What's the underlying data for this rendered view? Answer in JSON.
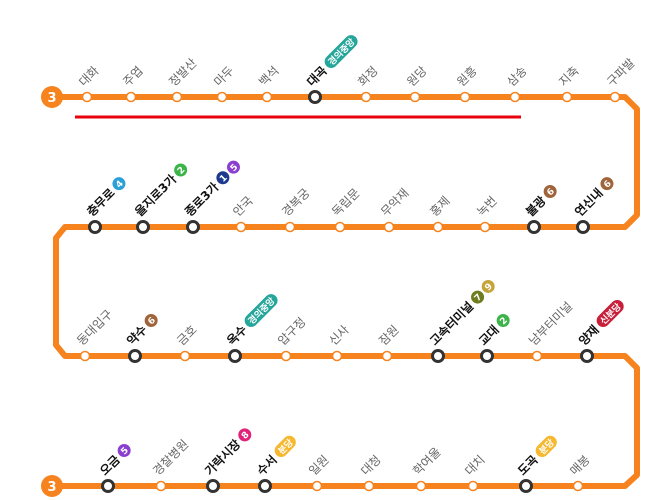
{
  "line": {
    "number": "3",
    "color": "#f7831f"
  },
  "highlight_color": "#e8000b",
  "badge_colors": {
    "1": "#1d3a8f",
    "2": "#3cb44a",
    "4": "#2a9fd8",
    "5": "#8b3fd0",
    "6": "#a0643b",
    "7": "#6f7d1e",
    "8": "#e0237a",
    "9": "#c4a43b",
    "경의중앙": "#26a69a",
    "신분당": "#c8203b",
    "분당": "#f5b82e"
  },
  "rows": [
    [
      {
        "name": "대화"
      },
      {
        "name": "주엽"
      },
      {
        "name": "정발산"
      },
      {
        "name": "마두"
      },
      {
        "name": "백석"
      },
      {
        "name": "대곡",
        "transfer": [
          "경의중앙"
        ]
      },
      {
        "name": "화정"
      },
      {
        "name": "원당"
      },
      {
        "name": "원흥"
      },
      {
        "name": "삼송"
      },
      {
        "name": "지축"
      },
      {
        "name": "구파발"
      }
    ],
    [
      {
        "name": "충무로",
        "transfer": [
          "4"
        ]
      },
      {
        "name": "을지로3가",
        "transfer": [
          "2"
        ]
      },
      {
        "name": "종로3가",
        "transfer": [
          "1",
          "5"
        ]
      },
      {
        "name": "안국"
      },
      {
        "name": "경복궁"
      },
      {
        "name": "독립문"
      },
      {
        "name": "무악재"
      },
      {
        "name": "홍제"
      },
      {
        "name": "녹번"
      },
      {
        "name": "불광",
        "transfer": [
          "6"
        ]
      },
      {
        "name": "연신내",
        "transfer": [
          "6"
        ]
      }
    ],
    [
      {
        "name": "동대입구"
      },
      {
        "name": "약수",
        "transfer": [
          "6"
        ]
      },
      {
        "name": "금호"
      },
      {
        "name": "옥수",
        "transfer": [
          "경의중앙"
        ]
      },
      {
        "name": "압구정"
      },
      {
        "name": "신사"
      },
      {
        "name": "잠원"
      },
      {
        "name": "고속터미널",
        "transfer": [
          "7",
          "9"
        ]
      },
      {
        "name": "교대",
        "transfer": [
          "2"
        ]
      },
      {
        "name": "남부터미널"
      },
      {
        "name": "양재",
        "transfer": [
          "신분당"
        ]
      }
    ],
    [
      {
        "name": "오금",
        "transfer": [
          "5"
        ]
      },
      {
        "name": "경찰병원"
      },
      {
        "name": "가락시장",
        "transfer": [
          "8"
        ]
      },
      {
        "name": "수서",
        "transfer": [
          "분당"
        ]
      },
      {
        "name": "일원"
      },
      {
        "name": "대청"
      },
      {
        "name": "학여울"
      },
      {
        "name": "대치"
      },
      {
        "name": "도곡",
        "transfer": [
          "분당"
        ]
      },
      {
        "name": "매봉"
      }
    ]
  ]
}
